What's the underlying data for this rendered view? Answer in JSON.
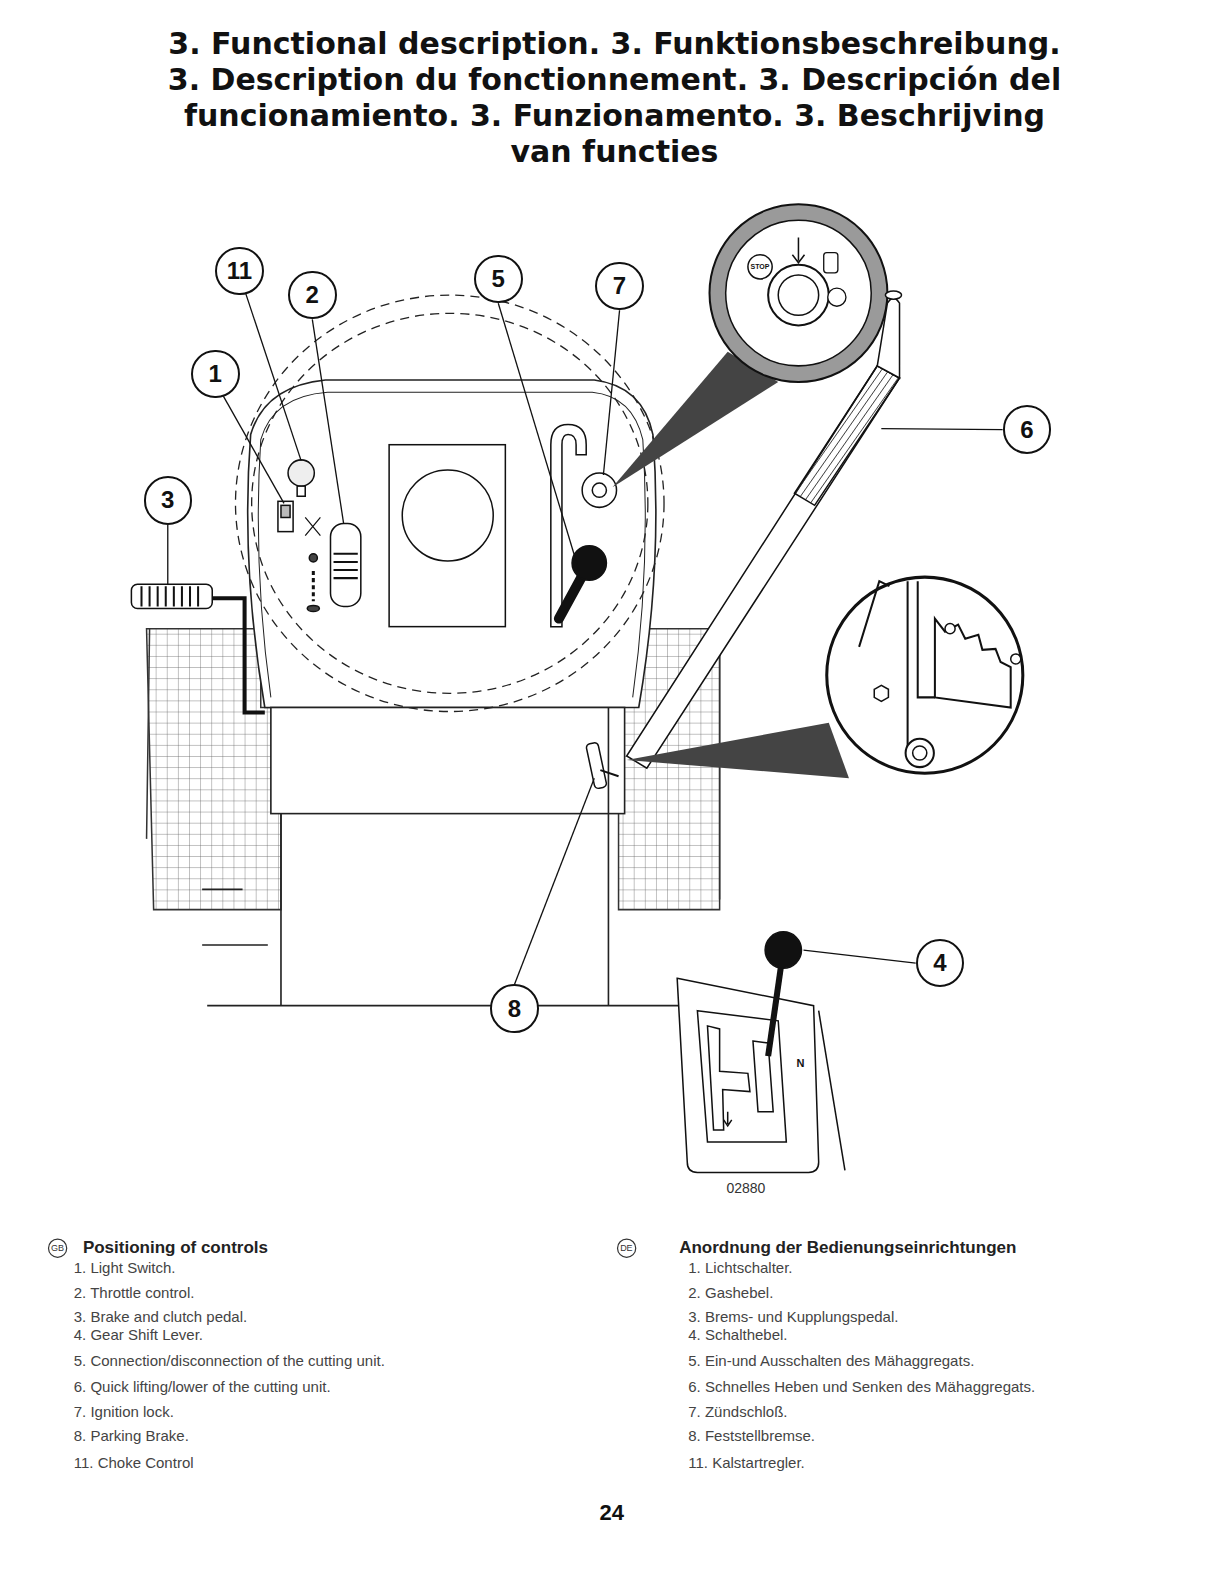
{
  "diagram": {
    "title": "3. Functional description. 3. Funktionsbeschreibung. 3. Description du fonctionnement. 3. Descripción del funcionamiento. 3. Funzionamento. 3. Beschrijving van functies",
    "nodes": [
      {
        "text": [
          "11"
        ]
      },
      {
        "text": [
          "5"
        ]
      },
      {
        "text": [
          "7"
        ]
      },
      {
        "text": [
          "2"
        ]
      },
      {
        "text": [
          "1"
        ]
      },
      {
        "text": [
          "6"
        ]
      },
      {
        "text": [
          "3"
        ]
      },
      {
        "text": [
          "4"
        ]
      },
      {
        "text": [
          "8"
        ]
      }
    ],
    "labels": [
      "STOP",
      "N",
      "02880",
      "GB",
      "Positioning of controls",
      "1. Light Switch.",
      "2. Throttle control.",
      "3. Brake and clutch pedal.",
      "4. Gear Shift Lever.",
      "5. Connection/disconnection of the cutting unit.",
      "6. Quick lifting/lower of the cutting unit.",
      "7. Ignition lock.",
      "8. Parking Brake.",
      "11. Choke Control",
      "DE",
      "Anordnung der Bedienungseinrichtungen",
      "1. Lichtschalter.",
      "2. Gashebel.",
      "3. Brems- und Kupplungspedal.",
      "4. Schalthebel.",
      "5. Ein-und Ausschalten des Mähaggregats.",
      "6. Schnelles Heben und Senken des Mähaggregats.",
      "7. Zündschloß.",
      "8. Feststellbremse.",
      "11. Kalstartregler.",
      "24"
    ]
  }
}
